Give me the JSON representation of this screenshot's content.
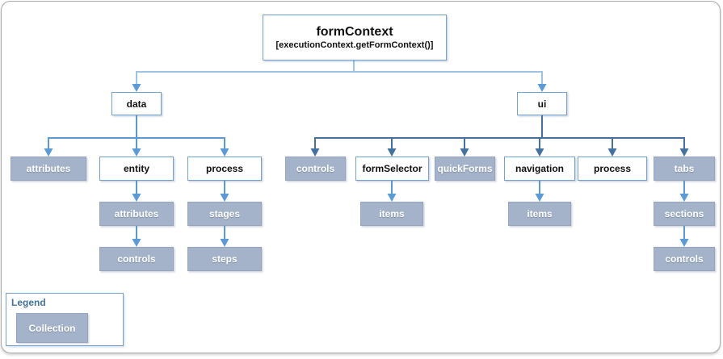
{
  "colors": {
    "conn_light": "#9DC3E6",
    "conn_mid": "#5B9BD5",
    "conn_dark": "#44719E",
    "box_border": "#74A2D0",
    "collection_fill": "#A5B3CA",
    "collection_border": "#96A5BF",
    "collection_text": "#FFFFFF",
    "legend_title": "#44719E",
    "frame_border": "#A9A9A9"
  },
  "root": {
    "label": "formContext",
    "subtitle": "[executionContext.getFormContext()]"
  },
  "nodes": [
    {
      "label": "data",
      "type": "object"
    },
    {
      "label": "ui",
      "type": "object"
    },
    {
      "label": "attributes",
      "type": "collection"
    },
    {
      "label": "entity",
      "type": "object"
    },
    {
      "label": "process",
      "type": "object"
    },
    {
      "label": "controls",
      "type": "collection"
    },
    {
      "label": "formSelector",
      "type": "object"
    },
    {
      "label": "quickForms",
      "type": "collection"
    },
    {
      "label": "navigation",
      "type": "object"
    },
    {
      "label": "process",
      "type": "object"
    },
    {
      "label": "tabs",
      "type": "collection"
    },
    {
      "label": "attributes",
      "type": "collection"
    },
    {
      "label": "stages",
      "type": "collection"
    },
    {
      "label": "items",
      "type": "collection"
    },
    {
      "label": "items",
      "type": "collection"
    },
    {
      "label": "sections",
      "type": "collection"
    },
    {
      "label": "controls",
      "type": "collection"
    },
    {
      "label": "steps",
      "type": "collection"
    },
    {
      "label": "controls",
      "type": "collection"
    }
  ],
  "legend": {
    "title": "Legend",
    "items": [
      {
        "label": "Collection"
      }
    ]
  }
}
